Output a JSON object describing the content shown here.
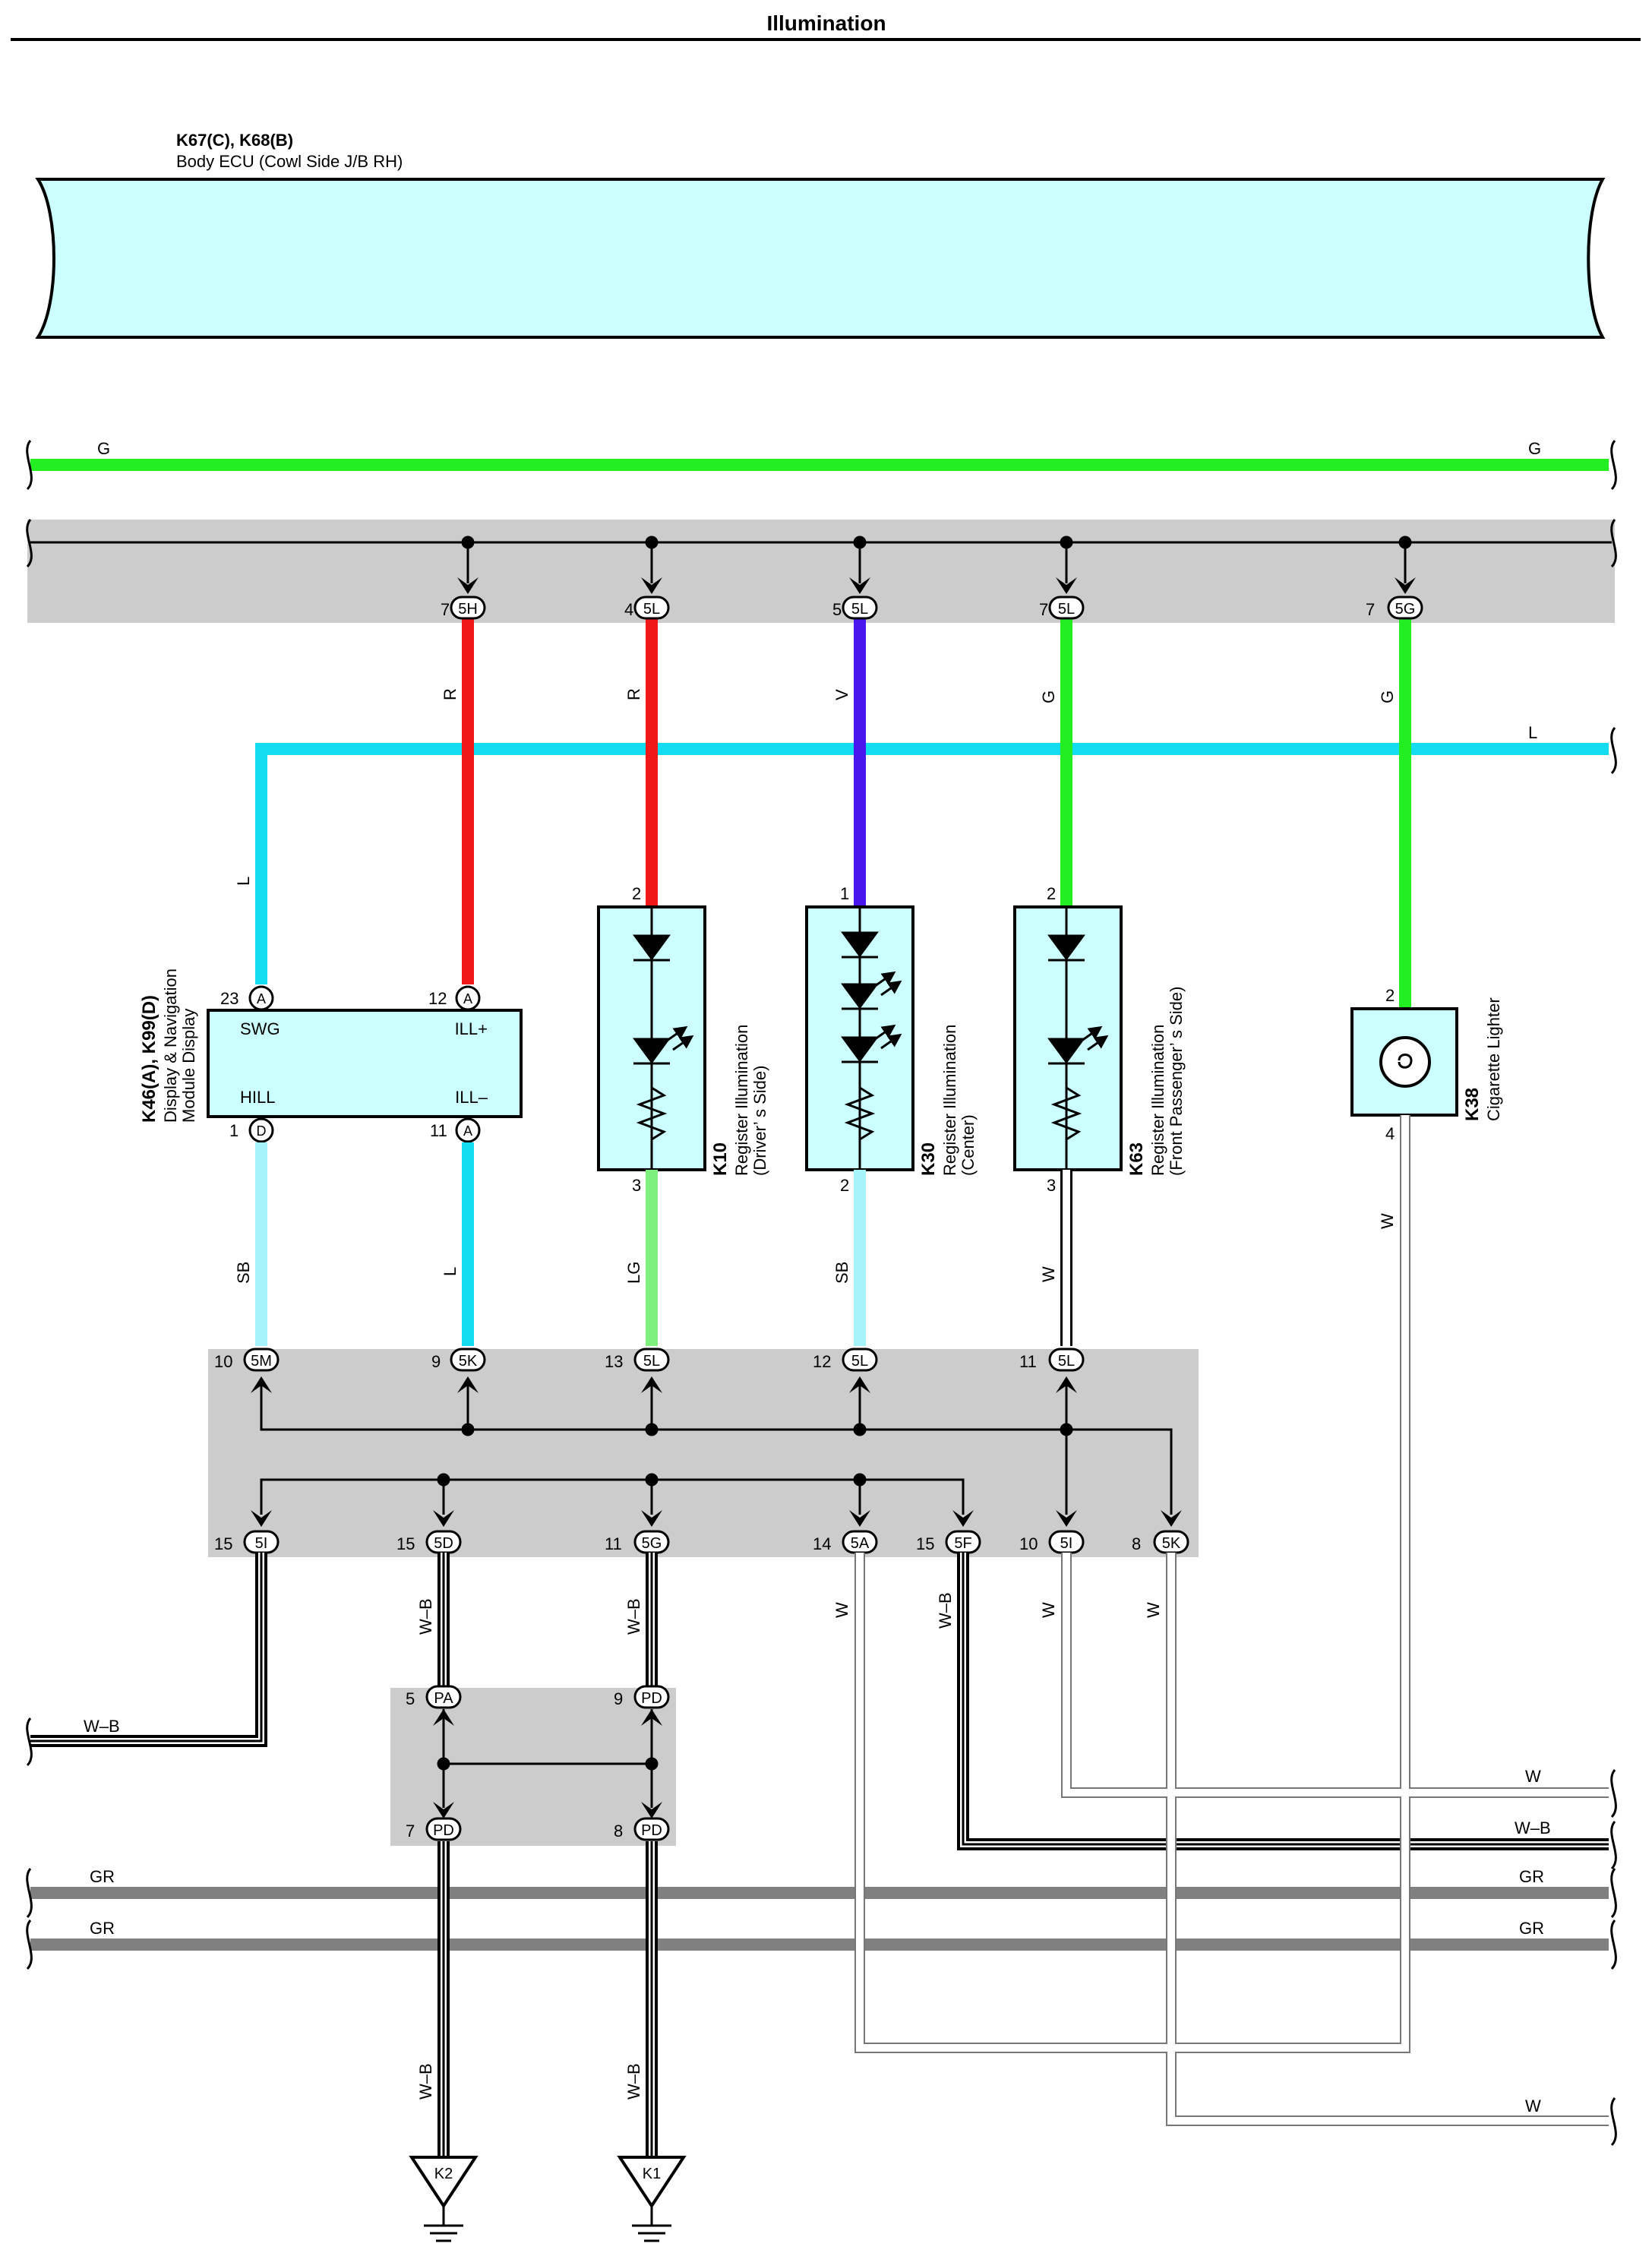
{
  "page_title": "Illumination",
  "ecu": {
    "codes": "K67(C), K68(B)",
    "name": "Body ECU (Cowl Side J/B RH)"
  },
  "colors": {
    "G": "#22ee22",
    "R": "#f01818",
    "V": "#4a16ee",
    "L": "#14dcf0",
    "SB": "#a6f4fa",
    "LG": "#7ef07e",
    "GR": "#808080",
    "box": "#ccffff",
    "shade": "#cccccc"
  },
  "buses": {
    "g_top_left": "G",
    "g_top_right": "G",
    "l_right": "L",
    "w_b_left": "W–B",
    "w_right_1": "W",
    "w_b_right": "W–B",
    "w_right_2": "W",
    "gr1_left": "GR",
    "gr1_right": "GR",
    "gr2_left": "GR",
    "gr2_right": "GR"
  },
  "wire_labels": {
    "r1": "R",
    "r2": "R",
    "v": "V",
    "g1": "G",
    "g2": "G",
    "l_disp": "L",
    "sb1": "SB",
    "l_ill": "L",
    "lg": "LG",
    "sb2": "SB",
    "w_k63": "W",
    "w_k38": "W",
    "wb1": "W–B",
    "wb2": "W–B",
    "w_5a": "W",
    "wb3": "W–B",
    "w_5i": "W",
    "w_5k": "W",
    "wb_k2": "W–B",
    "wb_k1": "W–B"
  },
  "top_connectors": [
    {
      "pin": "7",
      "code": "5H"
    },
    {
      "pin": "4",
      "code": "5L"
    },
    {
      "pin": "5",
      "code": "5L"
    },
    {
      "pin": "7",
      "code": "5L"
    },
    {
      "pin": "7",
      "code": "5G"
    }
  ],
  "mid_connectors": [
    {
      "pin": "10",
      "code": "5M"
    },
    {
      "pin": "9",
      "code": "5K"
    },
    {
      "pin": "13",
      "code": "5L"
    },
    {
      "pin": "12",
      "code": "5L"
    },
    {
      "pin": "11",
      "code": "5L"
    }
  ],
  "low_connectors": [
    {
      "pin": "15",
      "code": "5I"
    },
    {
      "pin": "15",
      "code": "5D"
    },
    {
      "pin": "11",
      "code": "5G"
    },
    {
      "pin": "14",
      "code": "5A"
    },
    {
      "pin": "15",
      "code": "5F"
    },
    {
      "pin": "10",
      "code": "5I"
    },
    {
      "pin": "8",
      "code": "5K"
    }
  ],
  "junction": [
    {
      "pin": "5",
      "code": "PA"
    },
    {
      "pin": "9",
      "code": "PD"
    },
    {
      "pin": "7",
      "code": "PD"
    },
    {
      "pin": "8",
      "code": "PD"
    }
  ],
  "display": {
    "codes": "K46(A), K99(D)",
    "name1": "Display & Navigation",
    "name2": "Module Display",
    "swg": "SWG",
    "ill_plus": "ILL+",
    "hill": "HILL",
    "ill_minus": "ILL–",
    "pin_swg": "23",
    "pin_ill_plus": "12",
    "pin_hill": "1",
    "pin_ill_minus": "11",
    "con_swg": "A",
    "con_ill_plus": "A",
    "con_hill": "D",
    "con_ill_minus": "A"
  },
  "components": [
    {
      "code": "K10",
      "name1": "Register Illumination",
      "name2": "(Driver’ s Side)",
      "pin_top": "2",
      "pin_bottom": "3"
    },
    {
      "code": "K30",
      "name1": "Register Illumination",
      "name2": "(Center)",
      "pin_top": "1",
      "pin_bottom": "2"
    },
    {
      "code": "K63",
      "name1": "Register Illumination",
      "name2": "(Front Passenger’ s Side)",
      "pin_top": "2",
      "pin_bottom": "3"
    }
  ],
  "lighter": {
    "code": "K38",
    "name": "Cigarette Lighter",
    "pin_top": "2",
    "pin_bottom": "4"
  },
  "grounds": [
    {
      "code": "K2"
    },
    {
      "code": "K1"
    }
  ]
}
